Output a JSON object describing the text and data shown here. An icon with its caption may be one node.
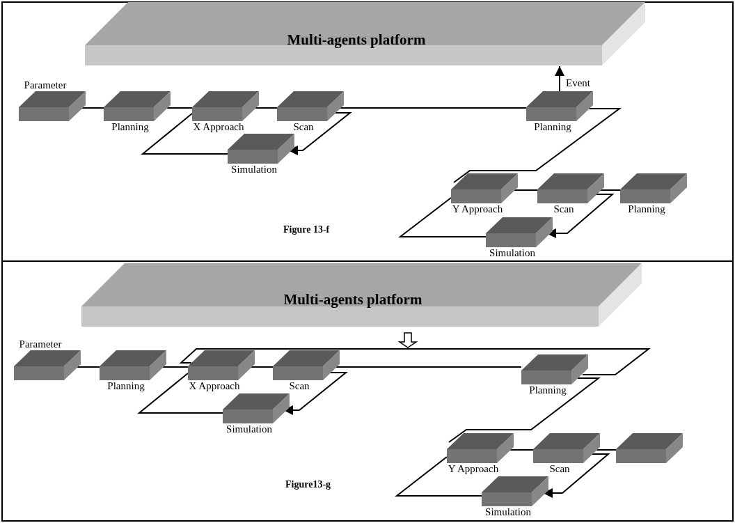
{
  "diagram": {
    "nodes": [
      {
        "text": [
          "Figure 13-f"
        ]
      },
      {
        "text": [
          "Multi-agents platform"
        ],
        "in": 0
      },
      {
        "text": [
          "Parameter"
        ],
        "in": 0
      },
      {
        "text": [
          "Planning"
        ],
        "in": 0
      },
      {
        "text": [
          "X Approach"
        ],
        "in": 0
      },
      {
        "text": [
          "Scan"
        ],
        "in": 0
      },
      {
        "text": [
          "Simulation"
        ],
        "in": 0
      },
      {
        "text": [
          "Planning"
        ],
        "in": 0
      },
      {
        "text": [
          "Y Approach"
        ],
        "in": 0
      },
      {
        "text": [
          "Scan"
        ],
        "in": 0
      },
      {
        "text": [
          "Planning"
        ],
        "in": 0
      },
      {
        "text": [
          "Simulation"
        ],
        "in": 0
      },
      {
        "text": [
          "Figure13-g"
        ]
      },
      {
        "text": [
          "Multi-agents platform"
        ],
        "in": 12
      },
      {
        "text": [
          "Parameter"
        ],
        "in": 12
      },
      {
        "text": [
          "Planning"
        ],
        "in": 12
      },
      {
        "text": [
          "X Approach"
        ],
        "in": 12
      },
      {
        "text": [
          "Scan"
        ],
        "in": 12
      },
      {
        "text": [
          "Simulation"
        ],
        "in": 12
      },
      {
        "text": [
          "Planning"
        ],
        "in": 12
      },
      {
        "text": [
          "Y Approach"
        ],
        "in": 12
      },
      {
        "text": [
          "Scan"
        ],
        "in": 12
      },
      {
        "text": [],
        "shape": "box",
        "in": 12
      },
      {
        "text": [
          "Simulation"
        ],
        "in": 12
      }
    ],
    "edges": [
      {
        "from": 2,
        "to": 3,
        "arrow": "none"
      },
      {
        "from": 3,
        "to": 4,
        "arrow": "none"
      },
      {
        "from": 4,
        "to": 5,
        "arrow": "none"
      },
      {
        "from": 5,
        "to": 6,
        "arrow": "to"
      },
      {
        "from": 6,
        "to": 4,
        "arrow": "none"
      },
      {
        "from": 5,
        "to": 7,
        "arrow": "none"
      },
      {
        "from": 7,
        "to": 1,
        "arrow": "to",
        "label": "Event"
      },
      {
        "from": 7,
        "to": 8,
        "arrow": "none"
      },
      {
        "from": 8,
        "to": 9,
        "arrow": "none"
      },
      {
        "from": 9,
        "to": 10,
        "arrow": "none"
      },
      {
        "from": 9,
        "to": 11,
        "arrow": "to"
      },
      {
        "from": 11,
        "to": 8,
        "arrow": "none"
      },
      {
        "from": 14,
        "to": 15,
        "arrow": "none"
      },
      {
        "from": 15,
        "to": 16,
        "arrow": "none"
      },
      {
        "from": 16,
        "to": 17,
        "arrow": "none"
      },
      {
        "from": 17,
        "to": 19,
        "arrow": "none"
      },
      {
        "from": 17,
        "to": 18,
        "arrow": "to"
      },
      {
        "from": 18,
        "to": 16,
        "arrow": "none"
      },
      {
        "from": 16,
        "to": 19,
        "arrow": "none"
      },
      {
        "from": 19,
        "to": 20,
        "arrow": "none"
      },
      {
        "from": 20,
        "to": 21,
        "arrow": "none"
      },
      {
        "from": 21,
        "to": 22,
        "arrow": "none"
      },
      {
        "from": 21,
        "to": 23,
        "arrow": "to"
      },
      {
        "from": 23,
        "to": 20,
        "arrow": "none"
      }
    ]
  }
}
